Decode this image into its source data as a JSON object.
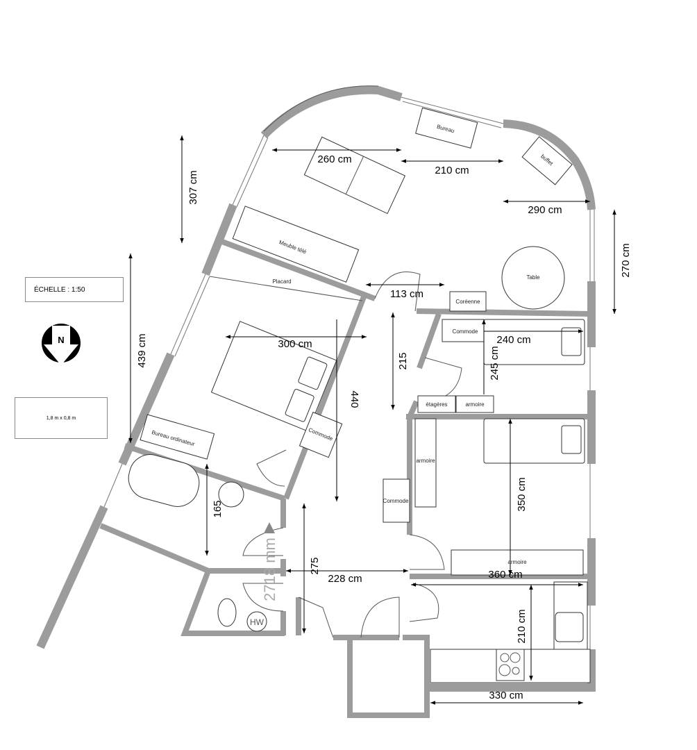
{
  "legend": {
    "scale_label": "ÉCHELLE :  1:50",
    "north_label": "N",
    "furniture_size": "1,8 m x 0,8 m"
  },
  "dimensions": {
    "d260": "260 cm",
    "d210_top": "210 cm",
    "d290": "290 cm",
    "d307": "307 cm",
    "d270": "270 cm",
    "d113": "113 cm",
    "d439": "439 cm",
    "d300": "300 cm",
    "d215": "215",
    "d240": "240 cm",
    "d245": "245 cm",
    "d440": "440",
    "d350": "350 cm",
    "d165": "165",
    "d275": "275",
    "d228": "228 cm",
    "d360": "360 cm",
    "d210_kitchen": "210 cm",
    "d330": "330 cm",
    "d2718": "2718 mm"
  },
  "furniture": {
    "bureau": "Bureau",
    "buffet": "buffet",
    "meuble_tele": "Meuble télé",
    "placard": "Placard",
    "table": "Table",
    "coreenne": "Coréenne",
    "commode_1": "Commode",
    "commode_2": "Commode",
    "commode_3": "Commode",
    "etageres": "étagères",
    "armoire_1": "armoire",
    "armoire_2": "armoire",
    "armoire_3": "armoire",
    "bureau_ordinateur": "Bureau ordinateur",
    "hw": "HW"
  }
}
